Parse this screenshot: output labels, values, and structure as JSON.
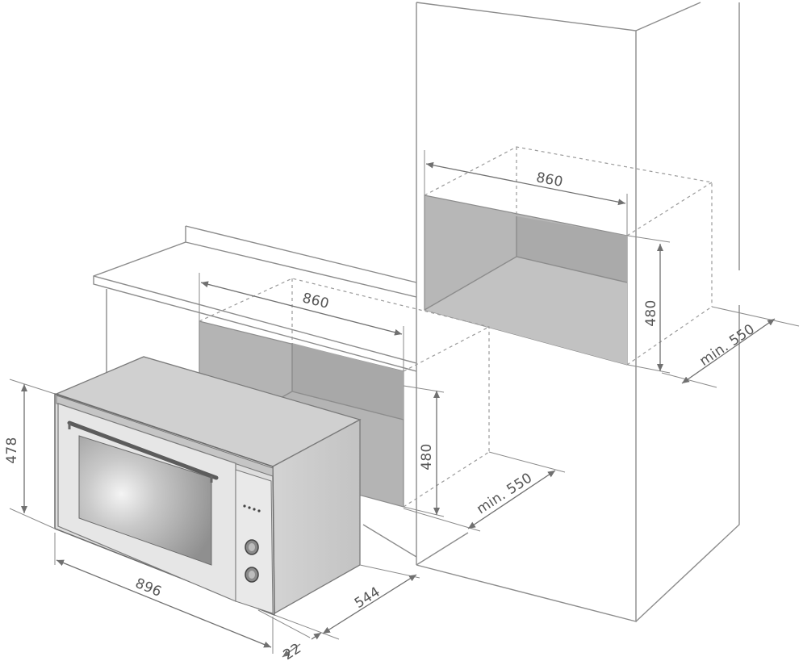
{
  "dimensions": {
    "upper_niche_width": "860",
    "upper_niche_height": "480",
    "upper_niche_depth": "min. 550",
    "lower_niche_width": "860",
    "lower_niche_height": "480",
    "lower_niche_depth": "min. 550",
    "oven_width": "896",
    "oven_height": "478",
    "oven_depth": "544",
    "oven_front_thickness": "22"
  },
  "colors": {
    "line": "#8c8c8c",
    "niche_fill": "#b4b4b4",
    "oven_body": "#dcdcdc",
    "oven_top": "#cfcfcf",
    "door_glass": "#9e9e9e",
    "dimension_text": "#555555"
  }
}
